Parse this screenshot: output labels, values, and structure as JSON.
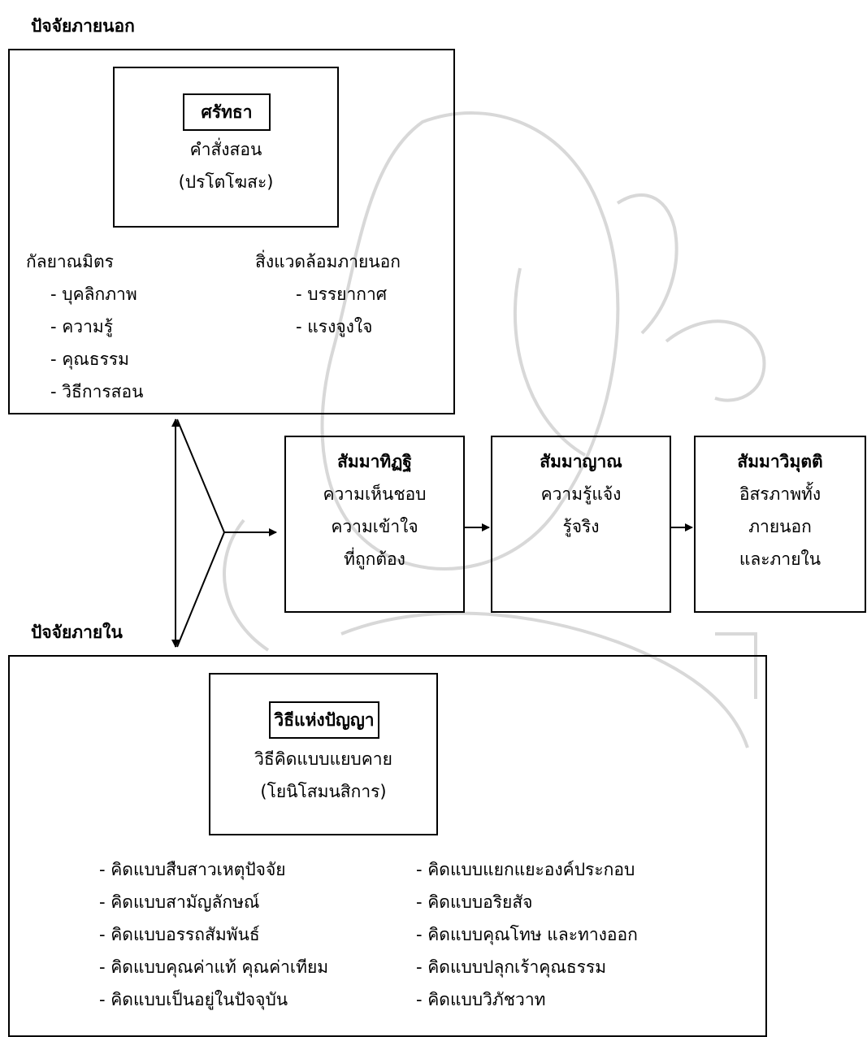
{
  "external": {
    "heading": "ปัจจัยภายนอก",
    "faith_title": "ศรัทธา",
    "faith_lines": [
      "คำสั่งสอน",
      "(ปรโตโฆสะ)"
    ],
    "kalyanamitta": {
      "label": "กัลยาณมิตร",
      "items": [
        "- บุคลิกภาพ",
        "- ความรู้",
        "- คุณธรรม",
        "- วิธีการสอน"
      ]
    },
    "environment": {
      "label": "สิ่งแวดล้อมภายนอก",
      "items": [
        "- บรรยากาศ",
        "- แรงจูงใจ"
      ]
    }
  },
  "stages": [
    {
      "title": "สัมมาทิฏฐิ",
      "lines": [
        "ความเห็นชอบ",
        "ความเข้าใจ",
        "ที่ถูกต้อง"
      ]
    },
    {
      "title": "สัมมาญาณ",
      "lines": [
        "ความรู้แจ้ง",
        "รู้จริง"
      ]
    },
    {
      "title": "สัมมาวิมุตติ",
      "lines": [
        "อิสรภาพทั้ง",
        "ภายนอก",
        "และภายใน"
      ]
    }
  ],
  "internal": {
    "heading": "ปัจจัยภายใน",
    "wisdom_title": "วิธีแห่งปัญญา",
    "wisdom_lines": [
      "วิธีคิดแบบแยบคาย",
      "(โยนิโสมนสิการ)"
    ],
    "left_items": [
      "- คิดแบบสืบสาวเหตุปัจจัย",
      "- คิดแบบสามัญลักษณ์",
      "- คิดแบบอรรถสัมพันธ์",
      "- คิดแบบคุณค่าแท้ คุณค่าเทียม",
      "- คิดแบบเป็นอยู่ในปัจจุบัน"
    ],
    "right_items": [
      "- คิดแบบแยกแยะองค์ประกอบ",
      "- คิดแบบอริยสัจ",
      "- คิดแบบคุณโทษ และทางออก",
      "- คิดแบบปลุกเร้าคุณธรรม",
      "- คิดแบบวิภัชวาท"
    ]
  }
}
